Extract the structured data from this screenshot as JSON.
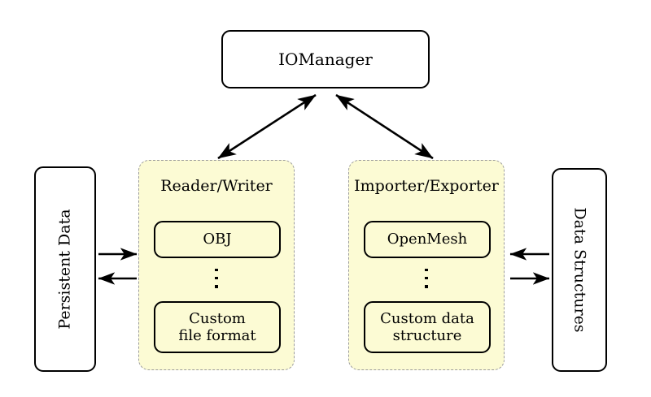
{
  "diagram": {
    "title": "IOManager I/O architecture diagram",
    "background_color": "#ffffff",
    "panel_fill_color": "#fcfbd4",
    "panel_border_color": "#9c9c9c",
    "stroke_color": "#000000"
  },
  "manager": {
    "label": "IOManager"
  },
  "left_endpoint": {
    "label": "Persistent Data",
    "orientation": "rotated-90-ccw"
  },
  "right_endpoint": {
    "label": "Data Structures",
    "orientation": "rotated-90-cw"
  },
  "panels": [
    {
      "id": "reader-writer",
      "title": "Reader/Writer",
      "items": [
        {
          "label": "OBJ"
        },
        {
          "ellipsis": "⋮"
        },
        {
          "label": "Custom\nfile format",
          "line1": "Custom",
          "line2": "file format"
        }
      ]
    },
    {
      "id": "importer-exporter",
      "title": "Importer/Exporter",
      "items": [
        {
          "label": "OpenMesh"
        },
        {
          "ellipsis": "⋮"
        },
        {
          "label": "Custom data\nstructure",
          "line1": "Custom data",
          "line2": "structure"
        }
      ]
    }
  ],
  "connectors": [
    {
      "name": "iomanager-to-reader-writer",
      "from": "IOManager",
      "to": "Reader/Writer",
      "style": "double-headed-diagonal"
    },
    {
      "name": "iomanager-to-importer-exporter",
      "from": "IOManager",
      "to": "Importer/Exporter",
      "style": "double-headed-diagonal"
    },
    {
      "name": "persistent-data-to-reader-writer",
      "from": "Persistent Data",
      "to": "Reader/Writer",
      "style": "single-headed-right"
    },
    {
      "name": "reader-writer-to-persistent-data",
      "from": "Reader/Writer",
      "to": "Persistent Data",
      "style": "single-headed-left"
    },
    {
      "name": "data-structures-to-importer-exporter",
      "from": "Data Structures",
      "to": "Importer/Exporter",
      "style": "single-headed-left"
    },
    {
      "name": "importer-exporter-to-data-structures",
      "from": "Importer/Exporter",
      "to": "Data Structures",
      "style": "single-headed-right"
    }
  ]
}
